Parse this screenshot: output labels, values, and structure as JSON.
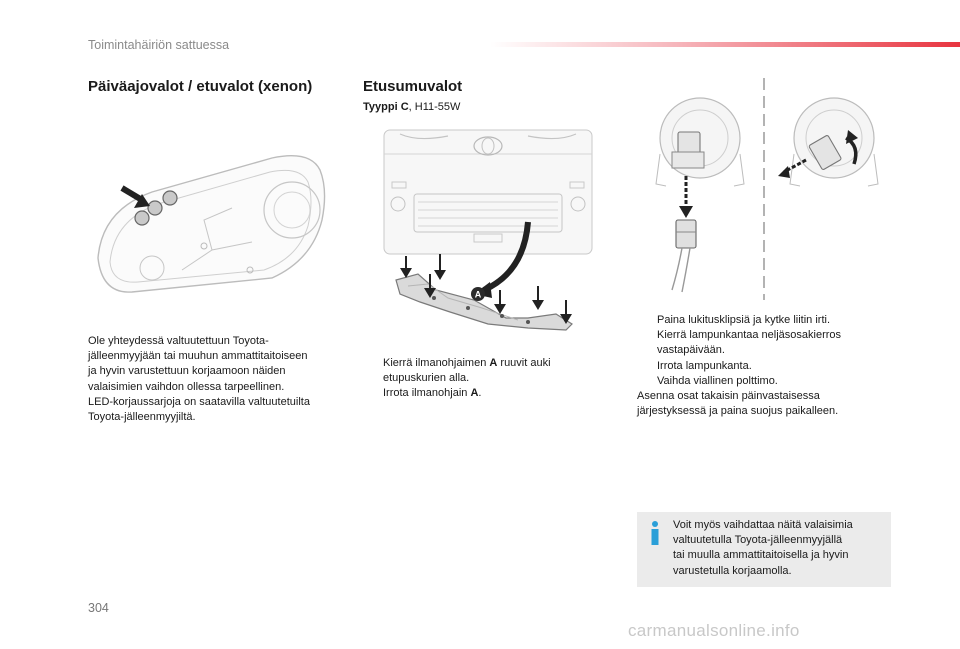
{
  "header": {
    "section_label": "Toimintahäiriön sattuessa"
  },
  "page_number": "304",
  "watermark": "carmanualsonline.info",
  "left": {
    "title": "Päiväajovalot / etuvalot (xenon)",
    "paragraphs": [
      "Ole yhteydessä valtuutettuun Toyota-",
      "jälleenmyyjään tai muuhun ammattitaitoiseen",
      "ja hyvin varustettuun korjaamoon näiden",
      "valaisimien vaihdon ollessa tarpeellinen.",
      "LED-korjaussarjoja on saatavilla valtuutetuilta",
      "Toyota-jälleenmyyjiltä."
    ]
  },
  "middle": {
    "title": "Etusumuvalot",
    "type_prefix": "Tyyppi",
    "type_letter": "C",
    "type_rest": ", H11-55W",
    "callout_letter": "A",
    "steps": [
      {
        "mark": "",
        "pre": "Kierrä ilmanohjaimen ",
        "bold": "A",
        "post": " ruuvit auki"
      },
      {
        "mark": "",
        "pre": "etupuskurien alla.",
        "bold": "",
        "post": ""
      },
      {
        "mark": "",
        "pre": "Irrota ilmanohjain ",
        "bold": "A",
        "post": "."
      }
    ]
  },
  "right": {
    "steps": [
      {
        "mark": "",
        "text": "Paina lukitusklipsiä ja kytke liitin irti."
      },
      {
        "mark": "",
        "text": "Kierrä lampunkantaa neljäsosakierros"
      },
      {
        "mark": "",
        "text": "vastapäivään."
      },
      {
        "mark": "",
        "text": "Irrota lampunkanta."
      },
      {
        "mark": "",
        "text": "Vaihda viallinen polttimo."
      }
    ],
    "closing": [
      "Asenna osat takaisin päinvastaisessa",
      "järjestyksessä ja paina suojus paikalleen."
    ],
    "info": {
      "icon_glyph": "i",
      "lines": [
        "Voit myös vaihdattaa näitä valaisimia",
        "valtuutetulla Toyota-jälleenmyyjällä",
        "tai muulla ammattitaitoisella ja hyvin",
        "varustetulla korjaamolla."
      ]
    }
  },
  "colors": {
    "accent_red": "#e8343f",
    "info_blue": "#2a9fd8",
    "arrow_dark": "#222222"
  }
}
